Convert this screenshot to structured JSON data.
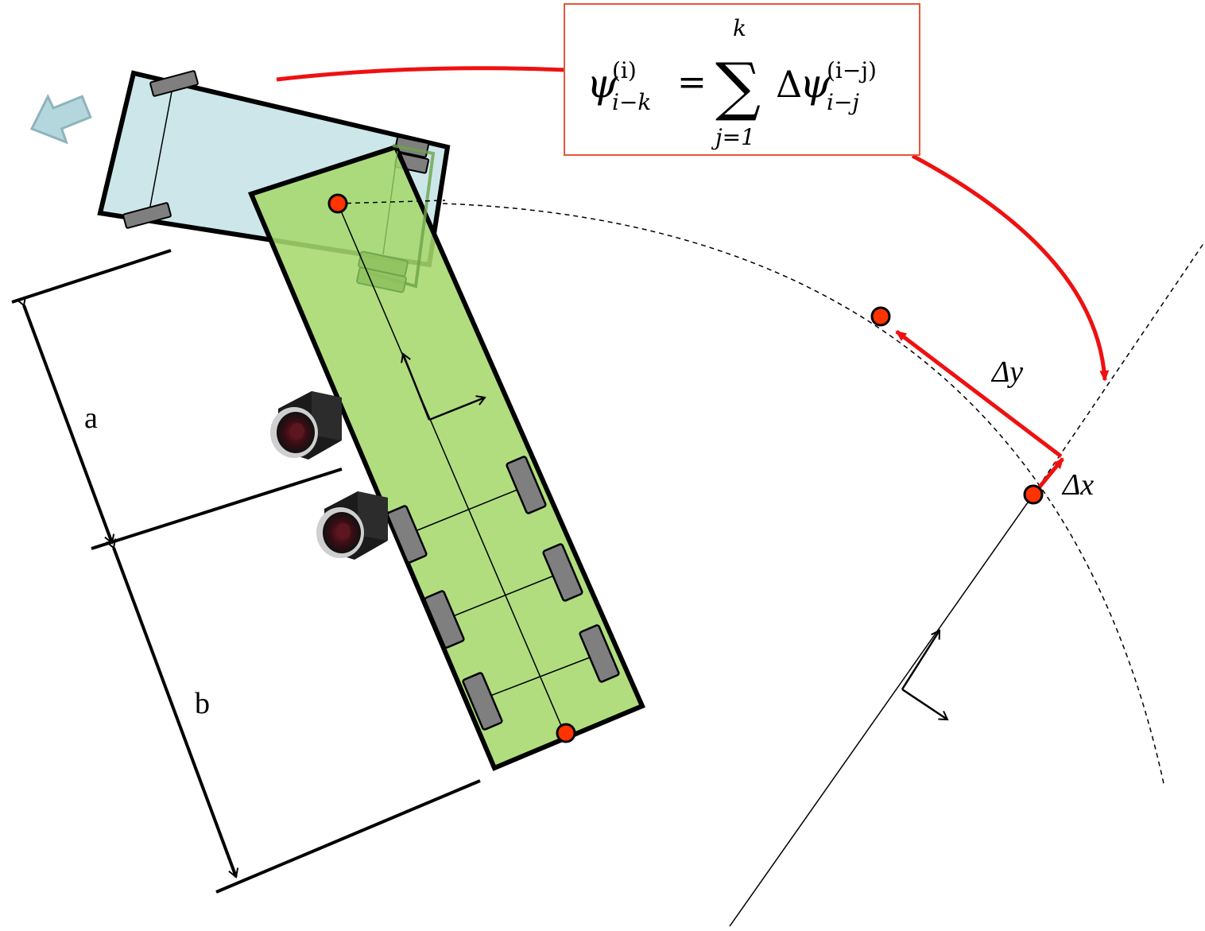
{
  "formula": {
    "lhs_symbol": "ψ",
    "lhs_superscript": "(i)",
    "lhs_subscript": "i−k",
    "equals": "=",
    "sum_symbol": "∑",
    "sum_upper": "k",
    "sum_lower": "j=1",
    "rhs_delta": "Δ",
    "rhs_symbol": "ψ",
    "rhs_superscript": "(i−j)",
    "rhs_subscript": "i−j"
  },
  "labels": {
    "a": "a",
    "b": "b",
    "delta_y": "Δy",
    "delta_x": "Δx"
  },
  "colors": {
    "trailer_fill": "#a6d86d",
    "tractor_fill": "#cde6ea",
    "highlight_red": "#ee1111",
    "point_fill": "#ff3300",
    "wheel_fill": "#7f7f7f",
    "direction_arrow_fill": "#b4d7de",
    "direction_arrow_stroke": "#8fb3bd",
    "formula_box_border": "#e8553a"
  },
  "icons": {
    "camera_icon": "industrial-camera",
    "direction_arrow": "forward-direction-arrow"
  }
}
